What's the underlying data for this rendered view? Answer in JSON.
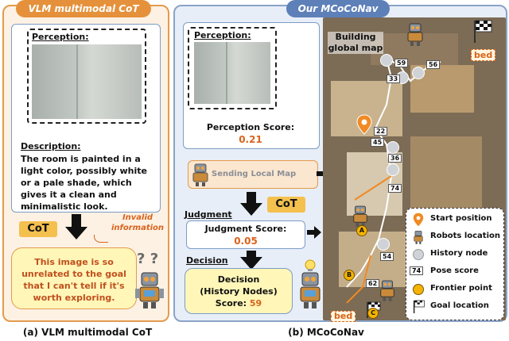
{
  "left": {
    "title": "VLM multimodal CoT",
    "perception_label": "Perception:",
    "description_label": "Description:",
    "description_text": "The room is painted in a light color, possibly white or a pale shade, which gives it a clean and minimalistic look.",
    "ellipsis": "...",
    "cot_label": "CoT",
    "invalid_note": "Invalid information",
    "bubble_text": "This image is so unrelated to the goal that I can't tell if it's worth exploring.",
    "question_marks": "? ?",
    "caption": "(a) VLM multimodal CoT"
  },
  "right": {
    "title": "Our MCoCoNav",
    "perception_label": "Perception:",
    "perception_score_label": "Perception Score:",
    "perception_score_value": "0.21",
    "sending_label": "Sending Local Map",
    "cot_label": "CoT",
    "judgment_label": "Judgment",
    "judgment_score_label": "Judgment Score:",
    "judgment_score_value": "0.05",
    "decision_label": "Decision",
    "decision_title": "Decision",
    "decision_sub": "(History Nodes)",
    "decision_score_label": "Score:",
    "decision_score_value": "59",
    "map_title": "Building global map",
    "bed_top": "bed",
    "bed_bottom": "bed",
    "pose_scores": [
      "59",
      "56",
      "33",
      "22",
      "45",
      "36",
      "74",
      "54",
      "62"
    ],
    "frontier_letters": [
      "A",
      "B",
      "C"
    ],
    "legend": [
      {
        "icon": "start-position-icon",
        "label": "Start position"
      },
      {
        "icon": "robot-icon",
        "label": "Robots location"
      },
      {
        "icon": "history-node-icon",
        "label": "History node"
      },
      {
        "icon": "pose-score-icon",
        "label": "Pose score",
        "sample": "74"
      },
      {
        "icon": "frontier-point-icon",
        "label": "Frontier point"
      },
      {
        "icon": "goal-flag-icon",
        "label": "Goal location"
      }
    ],
    "caption": "(b) MCoCoNav"
  },
  "colors": {
    "left_accent": "#e5913b",
    "right_accent": "#5d80b9",
    "score_orange": "#d9631b",
    "cot_yellow": "#f4c04e"
  }
}
